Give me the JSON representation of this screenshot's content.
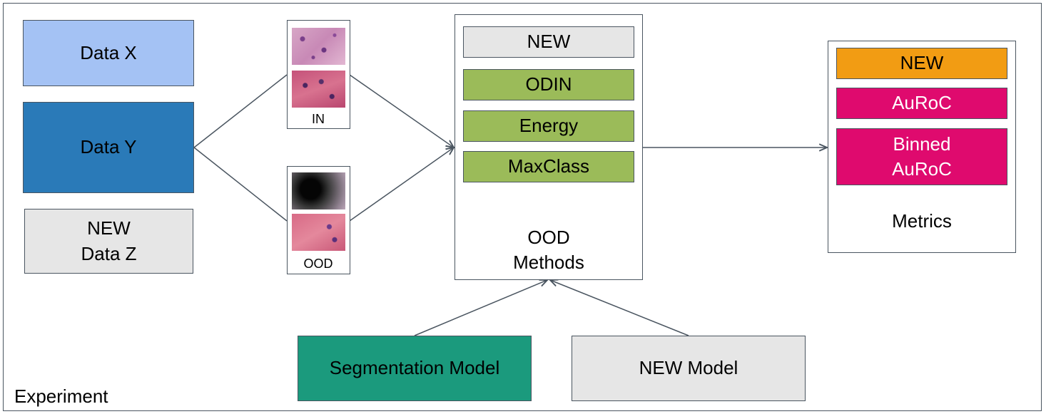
{
  "frame_label": "Experiment",
  "datasets": [
    {
      "label": "Data X",
      "color": "#a4c2f4"
    },
    {
      "label": "Data Y",
      "color": "#2a7ab8"
    },
    {
      "label": "NEW\nData Z",
      "color": "#e6e6e6"
    }
  ],
  "samples": {
    "in_caption": "IN",
    "ood_caption": "OOD"
  },
  "ood_methods": {
    "title": "OOD\nMethods",
    "items": [
      {
        "label": "NEW",
        "color": "#e6e6e6"
      },
      {
        "label": "ODIN",
        "color": "#9bbb59"
      },
      {
        "label": "Energy",
        "color": "#9bbb59"
      },
      {
        "label": "MaxClass",
        "color": "#9bbb59"
      }
    ]
  },
  "metrics": {
    "title": "Metrics",
    "items": [
      {
        "label": "NEW",
        "color": "#f29c13",
        "text_color": "#000000"
      },
      {
        "label": "AuRoC",
        "color": "#df0a6e",
        "text_color": "#ffffff"
      },
      {
        "label": "Binned\nAuRoC",
        "color": "#df0a6e",
        "text_color": "#ffffff"
      }
    ]
  },
  "models": [
    {
      "label": "Segmentation Model",
      "color": "#1b9a7d"
    },
    {
      "label": "NEW Model",
      "color": "#e6e6e6"
    }
  ]
}
